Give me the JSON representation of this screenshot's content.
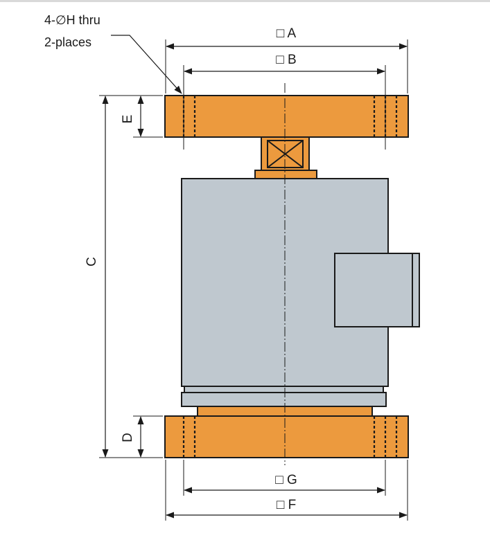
{
  "callout": {
    "line1": "4-∅H thru",
    "line2": "2-places"
  },
  "dimensions": {
    "A": "□ A",
    "B": "□ B",
    "C": "C",
    "D": "D",
    "E": "E",
    "F": "□ F",
    "G": "□ G"
  },
  "colors": {
    "flange": "#ec9a3e",
    "body": "#bfc8cf",
    "outline": "#1a1a1a"
  }
}
